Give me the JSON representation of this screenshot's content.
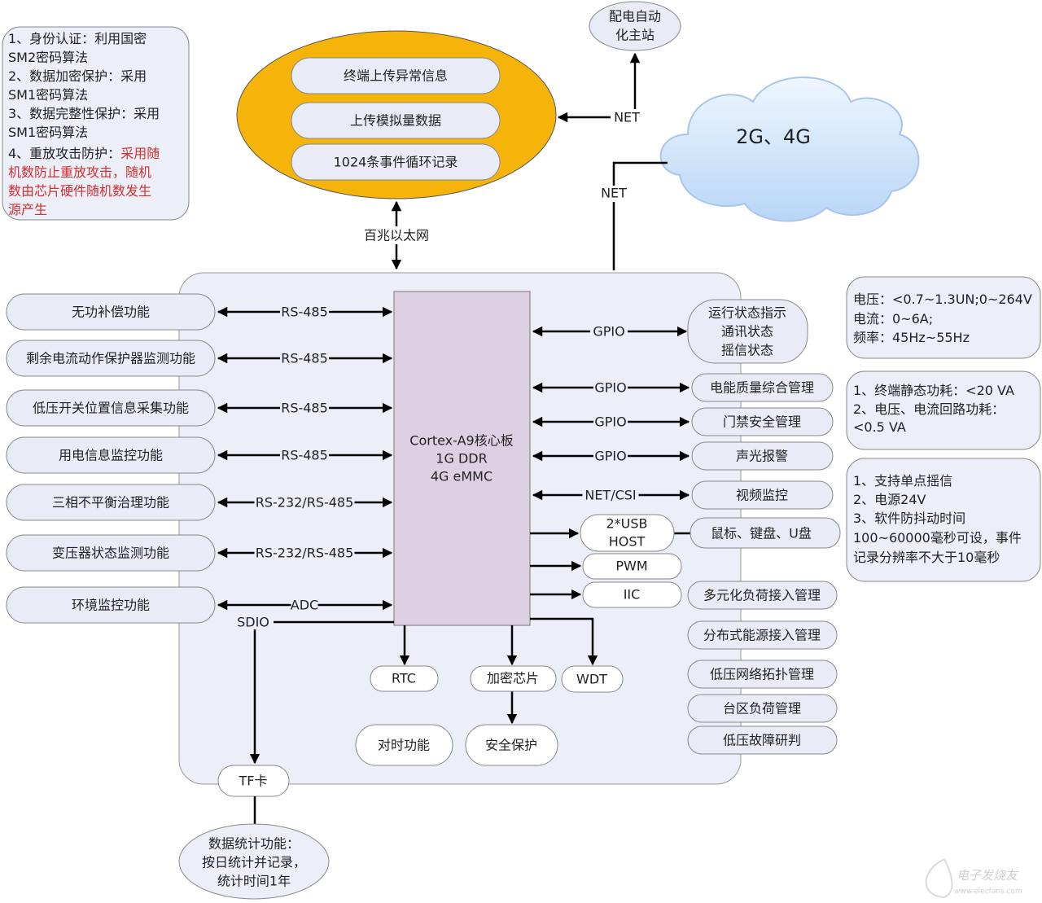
{
  "colors": {
    "ellipse": "#f6b40a",
    "core": "#dcd0e2",
    "panel": "#eceef8",
    "pill": "#e9ecf6",
    "cloud": "#cfe3fb",
    "note_red": "#d32f2f"
  },
  "security_note": {
    "lines": [
      "1、身份认证：利用国密",
      "SM2密码算法",
      "2、数据加密保护：采用",
      "SM1密码算法",
      "3、数据完整性保护：采用",
      "SM1密码算法"
    ],
    "line7_black": "4、重放攻击防护：",
    "line7_red": "采用随",
    "red_lines": [
      "机数防止重放攻击，随机",
      "数由芯片硬件随机数发生",
      "源产生"
    ]
  },
  "top": {
    "master_station": [
      "配电自动",
      "化主站"
    ],
    "ellipse_items": [
      "终端上传异常信息",
      "上传模拟量数据",
      "1024条事件循环记录"
    ],
    "net_label_top": "NET",
    "net_label_cloud": "NET",
    "cloud_label": "2G、4G",
    "ethernet_label": "百兆以太网"
  },
  "core": {
    "lines": [
      "Cortex-A9核心板",
      "1G DDR",
      "4G eMMC"
    ]
  },
  "left_functions": [
    {
      "label": "无功补偿功能",
      "bus": "RS-485"
    },
    {
      "label": "剩余电流动作保护器监测功能",
      "bus": "RS-485"
    },
    {
      "label": "低压开关位置信息采集功能",
      "bus": "RS-485"
    },
    {
      "label": "用电信息监控功能",
      "bus": "RS-485"
    },
    {
      "label": "三相不平衡治理功能",
      "bus": "RS-232/RS-485"
    },
    {
      "label": "变压器状态监测功能",
      "bus": "RS-232/RS-485"
    },
    {
      "label": "环境监控功能",
      "bus": "ADC"
    }
  ],
  "right_functions": {
    "status_pill": [
      "运行状态指示",
      "通讯状态",
      "摇信状态"
    ],
    "status_bus": "GPIO",
    "items": [
      {
        "label": "电能质量综合管理",
        "bus": "GPIO"
      },
      {
        "label": "门禁安全管理",
        "bus": "GPIO"
      },
      {
        "label": "声光报警",
        "bus": "GPIO"
      },
      {
        "label": "视频监控",
        "bus": "NET/CSI"
      }
    ],
    "usb": [
      "2*USB",
      "HOST"
    ],
    "usb_device": "鼠标、键盘、U盘",
    "pwm": "PWM",
    "iic": "IIC",
    "others": [
      "多元化负荷接入管理",
      "分布式能源接入管理",
      "低压网络拓扑管理",
      "台区负荷管理",
      "低压故障研判"
    ]
  },
  "bottom": {
    "rtc": "RTC",
    "crypto": "加密芯片",
    "wdt": "WDT",
    "timing": "对时功能",
    "security": "安全保护",
    "sdio": "SDIO",
    "tf": "TF卡",
    "stats": [
      "数据统计功能：",
      "按日统计并记录，",
      "统计时间1年"
    ]
  },
  "specs": {
    "measure": [
      "电压：<0.7~1.3UN;0~264V",
      "电流：0~6A;",
      "频率：45Hz~55Hz"
    ],
    "power": [
      "1、终端静态功耗：<20 VA",
      "2、电压、电流回路功耗：",
      "<0.5 VA"
    ],
    "signal": [
      "1、支持单点摇信",
      "2、电源24V",
      "3、软件防抖动时间",
      "100~60000毫秒可设，事件",
      "记录分辨率不大于10毫秒"
    ]
  },
  "watermark": {
    "brand": "电子发烧友",
    "url": "www.elecfans.com"
  }
}
